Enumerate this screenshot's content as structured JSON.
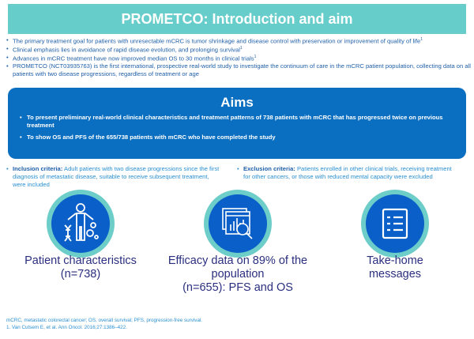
{
  "header": {
    "title": "PROMETCO: Introduction and aim"
  },
  "intro": [
    {
      "text": "The primary treatment goal for patients with unresectable mCRC is tumor shrinkage and disease control with preservation or improvement of quality of life",
      "ref": "1"
    },
    {
      "text": "Clinical emphasis lies in avoidance of rapid disease evolution, and prolonging survival",
      "ref": "1"
    },
    {
      "text": "Advances in mCRC treatment have now improved median OS to 30 months in clinical trials",
      "ref": "1"
    },
    {
      "text": "PROMETCO (NCT03935763) is the first international, prospective real-world study to investigate the continuum of care in the mCRC patient population, collecting data on all patients with two disease progressions, regardless of treatment or age",
      "ref": ""
    }
  ],
  "aims": {
    "title": "Aims",
    "items": [
      "To present preliminary real-world clinical characteristics and treatment patterns of 738 patients with mCRC that has progressed twice on previous treatment",
      "To show OS and PFS of the 655/738 patients with mCRC who have completed the study"
    ]
  },
  "criteria": {
    "inclusion": {
      "label": "Inclusion criteria:",
      "text": " Adult patients with two disease progressions since the first diagnosis of metastatic disease, suitable to receive subsequent treatment, were included"
    },
    "exclusion": {
      "label": "Exclusion criteria:",
      "text": " Patients enrolled in other clinical trials, receiving treatment for other cancers, or those with reduced mental capacity were excluded"
    }
  },
  "sections": [
    {
      "icon": "patient-dna-icon",
      "line1": "Patient characteristics",
      "line2": "(n=738)"
    },
    {
      "icon": "data-analysis-icon",
      "line1": "Efficacy data on 89% of the population",
      "line2": "(n=655): PFS and OS"
    },
    {
      "icon": "checklist-icon",
      "line1": "Take-home",
      "line2": "messages"
    }
  ],
  "footnotes": [
    "mCRC, metastatic colorectal cancer; OS, overall survival; PFS, progression-free survival.",
    "1. Van Cutsem E, et al. Ann Oncol. 2016;27:1386–422."
  ],
  "colors": {
    "teal": "#66cdca",
    "blue": "#0a6fc0",
    "navy": "#2b2f7f"
  }
}
